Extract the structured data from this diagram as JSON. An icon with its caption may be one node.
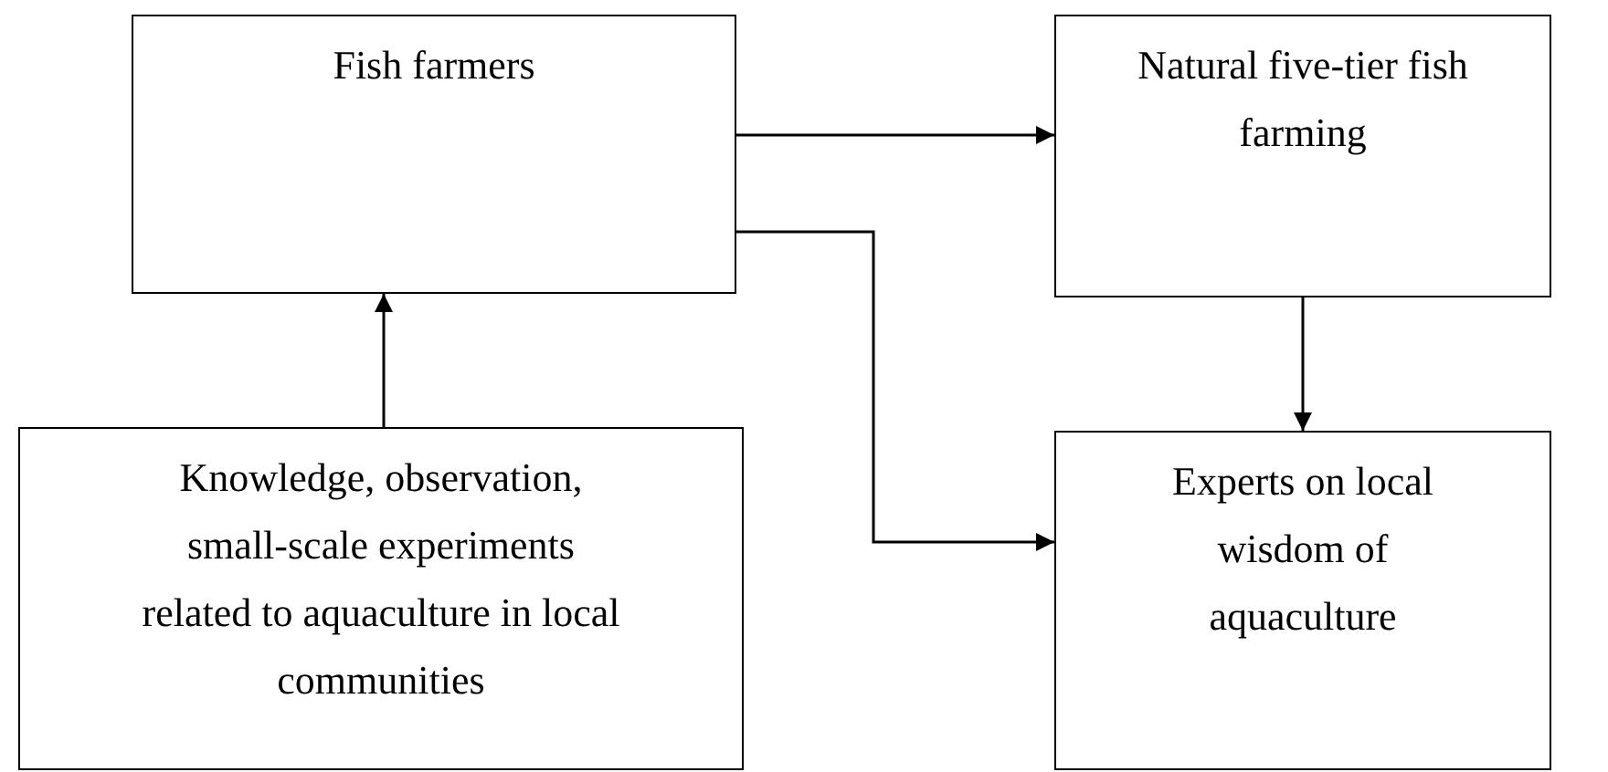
{
  "diagram": {
    "nodes": [
      {
        "text": [
          "Fish farmers"
        ]
      },
      {
        "text": [
          "Natural five-tier fish farming"
        ]
      },
      {
        "text": [
          "Knowledge, observation, small-scale experiments related to aquaculture in local communities"
        ]
      },
      {
        "text": [
          "Experts on local wisdom of aquaculture"
        ]
      }
    ],
    "edges": [
      {
        "from": 0,
        "to": 1,
        "arrow": "to"
      },
      {
        "from": 1,
        "to": 3,
        "arrow": "to"
      },
      {
        "from": 2,
        "to": 0,
        "arrow": "to"
      },
      {
        "from": 0,
        "to": 3,
        "arrow": "to"
      }
    ]
  }
}
